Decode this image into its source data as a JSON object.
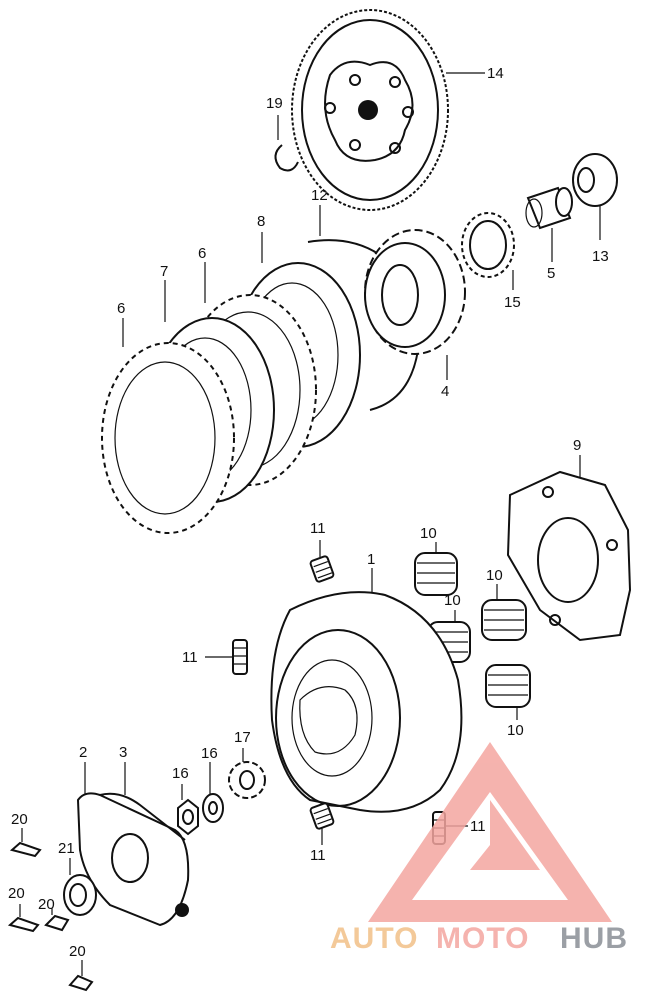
{
  "labels": {
    "l1": "1",
    "l2": "2",
    "l3": "3",
    "l4": "4",
    "l5": "5",
    "l6a": "6",
    "l6b": "6",
    "l7": "7",
    "l8": "8",
    "l9": "9",
    "l10a": "10",
    "l10b": "10",
    "l10c": "10",
    "l10d": "10",
    "l11a": "11",
    "l11b": "11",
    "l11c": "11",
    "l11d": "11",
    "l12": "12",
    "l13": "13",
    "l14": "14",
    "l15": "15",
    "l16a": "16",
    "l16b": "16",
    "l17": "17",
    "l19": "19",
    "l20a": "20",
    "l20b": "20",
    "l20c": "20",
    "l20d": "20",
    "l21": "21"
  },
  "watermark": {
    "part1": "AUTO",
    "part2": "MOTO",
    "part3": "HUB",
    "color_primary": "#f4a6a0",
    "color_secondary": "#f2c088",
    "color_tertiary": "#8a8f96"
  }
}
